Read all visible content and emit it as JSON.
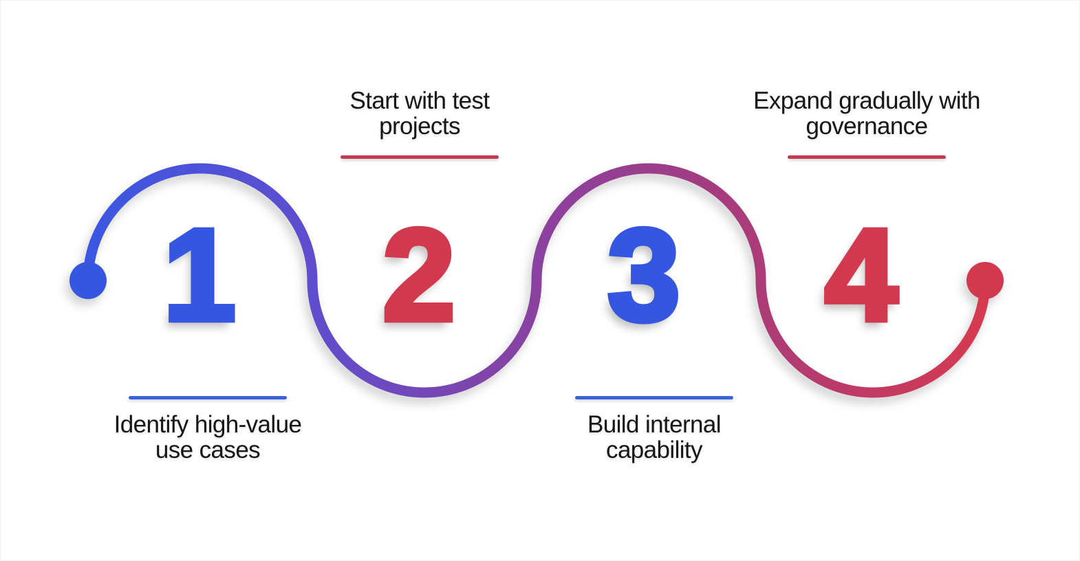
{
  "figure": {
    "type": "process-wave-infographic",
    "background": "#ffffff",
    "text_color": "#161616",
    "wave": {
      "stroke_width": 15,
      "dot_radius": 27,
      "start_dot_color": "#3456E0",
      "end_dot_color": "#D2384E",
      "gradient_stops": [
        "#3B57E2",
        "#5F4DCE",
        "#8A41A0",
        "#AC3B77",
        "#D63A4E"
      ]
    },
    "steps": [
      {
        "number": "1",
        "accent": "#3456E0",
        "underline": "#3D63DB",
        "label_position": "below",
        "lines": [
          "Identify high-value",
          "use cases"
        ]
      },
      {
        "number": "2",
        "accent": "#D2384E",
        "underline": "#C13C4E",
        "label_position": "above",
        "lines": [
          "Start with test",
          "projects"
        ]
      },
      {
        "number": "3",
        "accent": "#3456E0",
        "underline": "#3D63DB",
        "label_position": "below",
        "lines": [
          "Build internal",
          "capability"
        ]
      },
      {
        "number": "4",
        "accent": "#D2384E",
        "underline": "#C13C4E",
        "label_position": "above",
        "lines": [
          "Expand gradually with",
          "governance"
        ]
      }
    ]
  }
}
